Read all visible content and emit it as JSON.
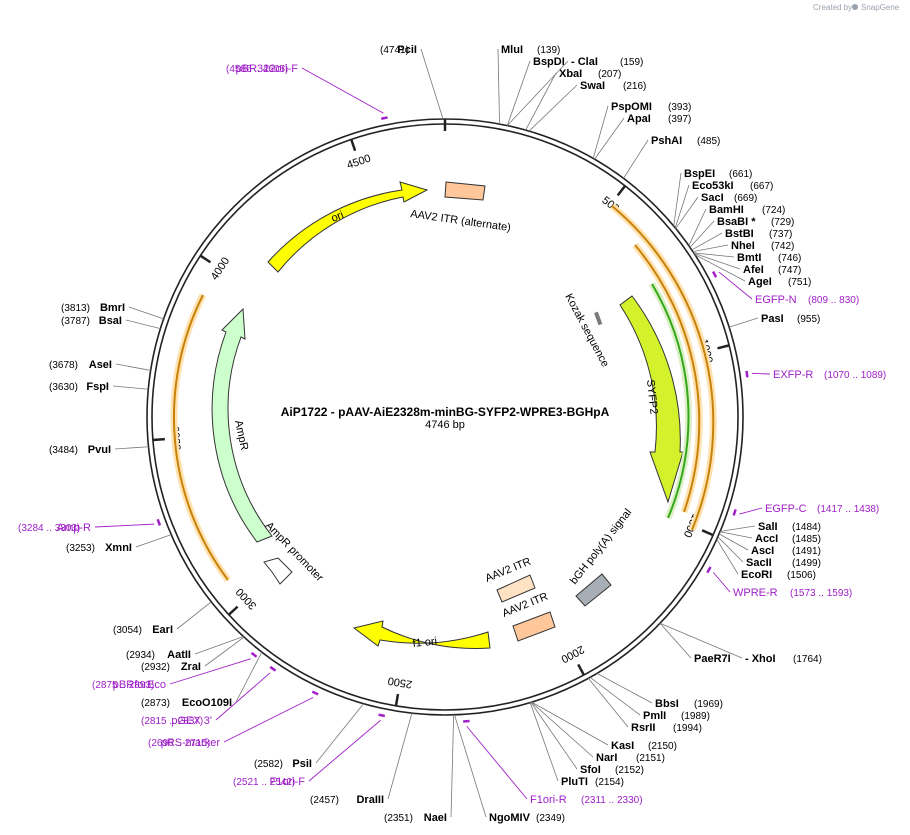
{
  "credit": {
    "text": "Created by",
    "brand": "SnapGene"
  },
  "plasmid": {
    "name": "AiP1722 - pAAV-AiE2328m-minBG-SYFP2-WPRE3-BGHpA",
    "size_label": "4746 bp",
    "length": 4746
  },
  "ticks": [
    "500",
    "1000",
    "1500",
    "2000",
    "2500",
    "3000",
    "3500",
    "4000",
    "4500"
  ],
  "sites": [
    {
      "name": "PciI",
      "pos": "(4741)"
    },
    {
      "name": "MluI",
      "pos": "(139)"
    },
    {
      "name": "BspDI",
      "pos": ""
    },
    {
      "name": "- ClaI",
      "pos": "(159)"
    },
    {
      "name": "XbaI",
      "pos": "(207)"
    },
    {
      "name": "SwaI",
      "pos": "(216)"
    },
    {
      "name": "PspOMI",
      "pos": "(393)"
    },
    {
      "name": "ApaI",
      "pos": "(397)"
    },
    {
      "name": "PshAI",
      "pos": "(485)"
    },
    {
      "name": "BspEI",
      "pos": "(661)"
    },
    {
      "name": "Eco53kI",
      "pos": "(667)"
    },
    {
      "name": "SacI",
      "pos": "(669)"
    },
    {
      "name": "BamHI",
      "pos": "(724)"
    },
    {
      "name": "BsaBI *",
      "pos": "(729)"
    },
    {
      "name": "BstBI",
      "pos": "(737)"
    },
    {
      "name": "NheI",
      "pos": "(742)"
    },
    {
      "name": "BmtI",
      "pos": "(746)"
    },
    {
      "name": "AfeI",
      "pos": "(747)"
    },
    {
      "name": "AgeI",
      "pos": "(751)"
    },
    {
      "name": "PasI",
      "pos": "(955)"
    },
    {
      "name": "SalI",
      "pos": "(1484)"
    },
    {
      "name": "AccI",
      "pos": "(1485)"
    },
    {
      "name": "AscI",
      "pos": "(1491)"
    },
    {
      "name": "SacII",
      "pos": "(1499)"
    },
    {
      "name": "EcoRI",
      "pos": "(1506)"
    },
    {
      "name": "PaeR7I",
      "pos": ""
    },
    {
      "name": "- XhoI",
      "pos": "(1764)"
    },
    {
      "name": "BbsI",
      "pos": "(1969)"
    },
    {
      "name": "PmlI",
      "pos": "(1989)"
    },
    {
      "name": "RsrII",
      "pos": "(1994)"
    },
    {
      "name": "KasI",
      "pos": "(2150)"
    },
    {
      "name": "NarI",
      "pos": "(2151)"
    },
    {
      "name": "SfoI",
      "pos": "(2152)"
    },
    {
      "name": "PluTI",
      "pos": "(2154)"
    },
    {
      "name": "NgoMIV",
      "pos": "(2349)"
    },
    {
      "name": "NaeI",
      "pos": "(2351)"
    },
    {
      "name": "DraIII",
      "pos": "(2457)"
    },
    {
      "name": "PsiI",
      "pos": "(2582)"
    },
    {
      "name": "EcoO109I",
      "pos": "(2873)"
    },
    {
      "name": "ZraI",
      "pos": "(2932)"
    },
    {
      "name": "AatII",
      "pos": "(2934)"
    },
    {
      "name": "EarI",
      "pos": "(3054)"
    },
    {
      "name": "XmnI",
      "pos": "(3253)"
    },
    {
      "name": "PvuI",
      "pos": "(3484)"
    },
    {
      "name": "FspI",
      "pos": "(3630)"
    },
    {
      "name": "AseI",
      "pos": "(3678)"
    },
    {
      "name": "BsaI",
      "pos": "(3787)"
    },
    {
      "name": "BmrI",
      "pos": "(3813)"
    }
  ],
  "primers": [
    {
      "name": "pBR322ori-F",
      "range": "(4586 .. 4605)"
    },
    {
      "name": "EGFP-N",
      "range": "(809 .. 830)"
    },
    {
      "name": "EXFP-R",
      "range": "(1070 .. 1089)"
    },
    {
      "name": "EGFP-C",
      "range": "(1417 .. 1438)"
    },
    {
      "name": "WPRE-R",
      "range": "(1573 .. 1593)"
    },
    {
      "name": "F1ori-R",
      "range": "(2311 .. 2330)"
    },
    {
      "name": "F1ori-F",
      "range": "(2521 .. 2542)"
    },
    {
      "name": "pRS-marker",
      "range": "(2696 .. 2715)"
    },
    {
      "name": "pGEX 3'",
      "range": "(2815 .. 2837)"
    },
    {
      "name": "pBRforEco",
      "range": "(2875 .. 2893)"
    },
    {
      "name": "Amp-R",
      "range": "(3284 .. 3303)"
    }
  ],
  "features": [
    {
      "name": "AAV2 ITR (alternate)"
    },
    {
      "name": "ori"
    },
    {
      "name": "Kozak sequence"
    },
    {
      "name": "SYFP2"
    },
    {
      "name": "bGH poly(A) signal"
    },
    {
      "name": "AAV2 ITR"
    },
    {
      "name": "AAV2 ITR"
    },
    {
      "name": "f1 ori"
    },
    {
      "name": "AmpR promoter"
    },
    {
      "name": "AmpR"
    }
  ],
  "colors": {
    "backbone": "#222222",
    "ori": "#ffff00",
    "itr": "#ffc79a",
    "itr_light": "#ffe2c4",
    "syfp": "#d4f22c",
    "ampr": "#ccffcc",
    "polya": "#a8aeb5",
    "kozak": "#7a7a7a",
    "primer": "#a020c8",
    "orf_orange": "#c8820a",
    "orf_green": "#34a818"
  }
}
